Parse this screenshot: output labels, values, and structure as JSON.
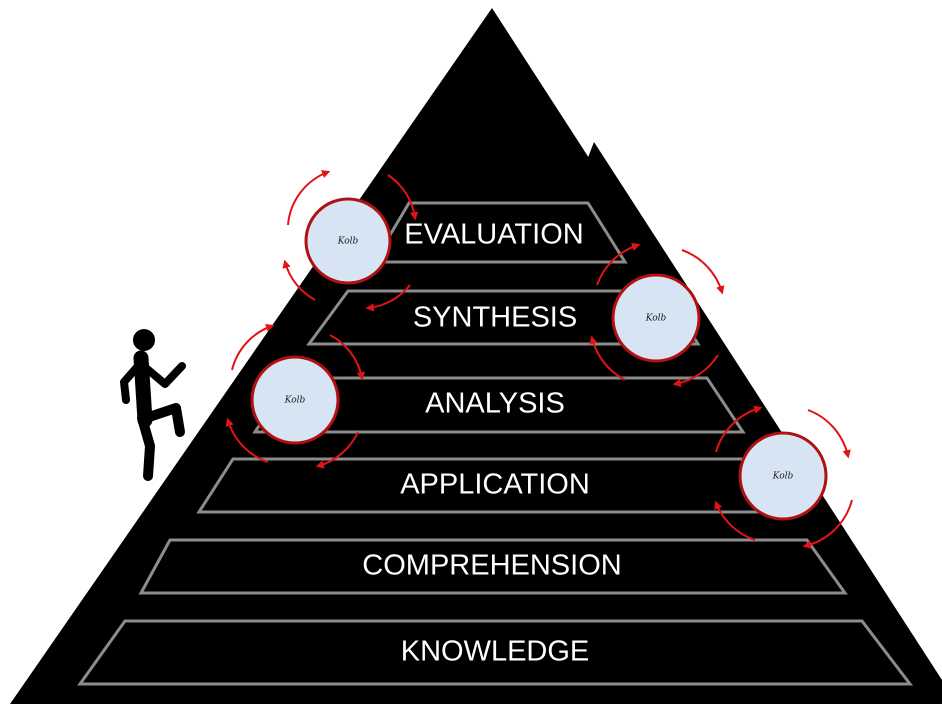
{
  "diagram": {
    "levels": [
      {
        "label": "KNOWLEDGE"
      },
      {
        "label": "COMPREHENSION"
      },
      {
        "label": "APPLICATION"
      },
      {
        "label": "ANALYSIS"
      },
      {
        "label": "SYNTHESIS"
      },
      {
        "label": "EVALUATION"
      }
    ],
    "kolb_cycles": [
      {
        "label": "Kolb",
        "attached_to": "EVALUATION"
      },
      {
        "label": "Kolb",
        "attached_to": "SYNTHESIS"
      },
      {
        "label": "Kolb",
        "attached_to": "ANALYSIS"
      },
      {
        "label": "Kolb",
        "attached_to": "APPLICATION"
      }
    ],
    "climber": {
      "icon": "person-climbing-icon"
    },
    "colors": {
      "pyramid": "#000000",
      "step_outline": "#8c8c8c",
      "level_text": "#ffffff",
      "kolb_fill": "#d6e4f4",
      "kolb_stroke": "#b01010",
      "cycle_arrow": "#e01414"
    }
  }
}
